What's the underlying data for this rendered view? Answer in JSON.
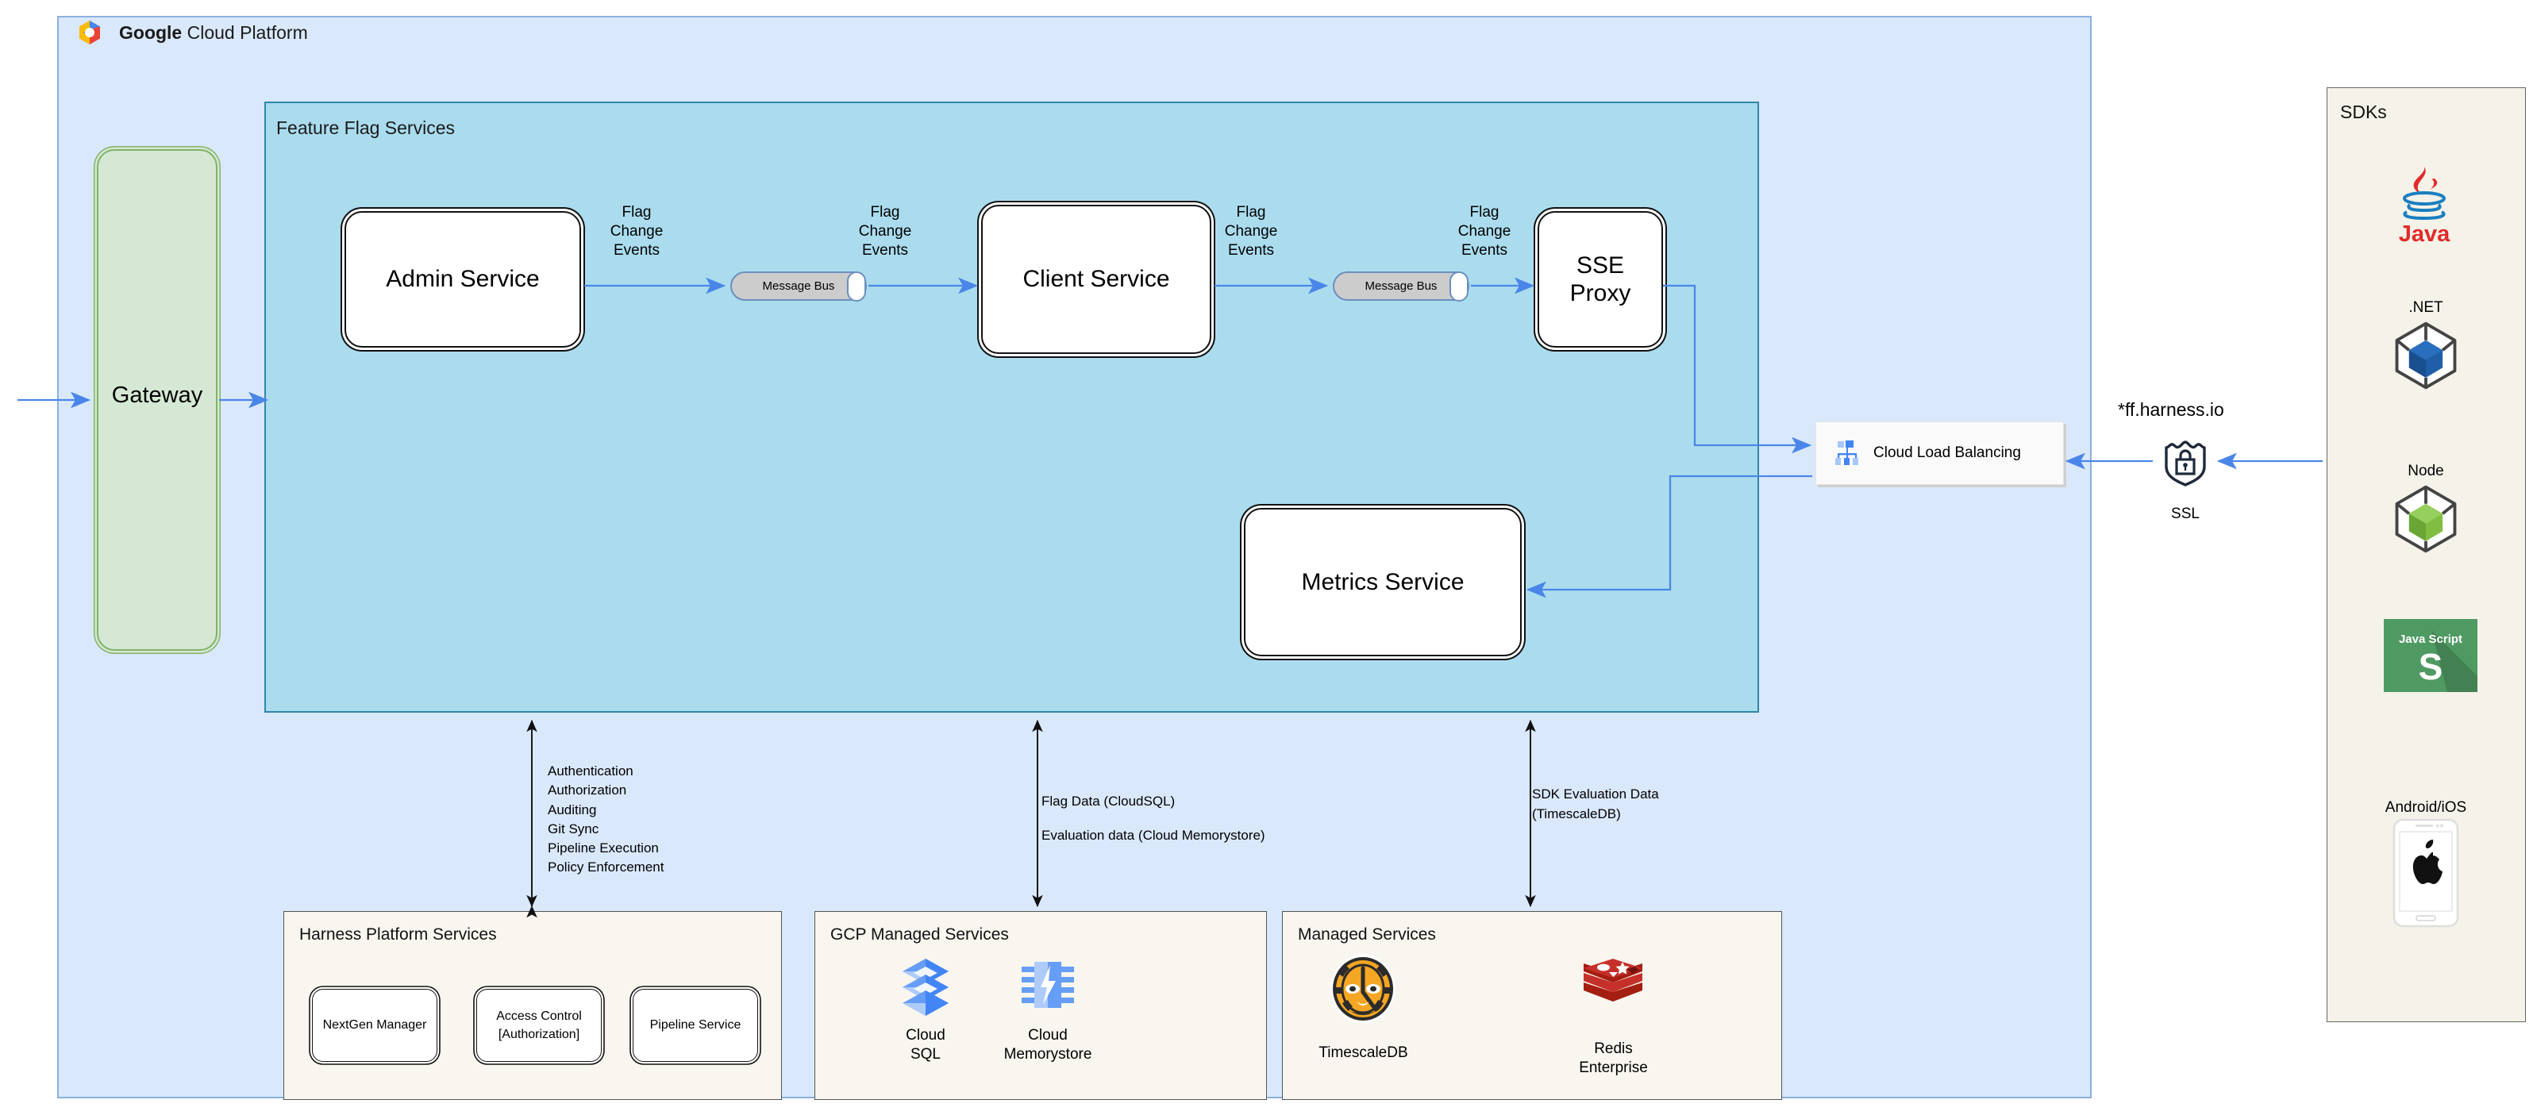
{
  "gcp": {
    "title_bold": "Google",
    "title_rest": " Cloud Platform",
    "logo_icon": "google-cloud-logo-icon"
  },
  "gateway": {
    "label": "Gateway"
  },
  "feature_flag_services": {
    "title": "Feature Flag Services",
    "services": [
      {
        "id": "admin-service",
        "label": "Admin Service"
      },
      {
        "id": "client-service",
        "label": "Client Service"
      },
      {
        "id": "sse-proxy",
        "label": "SSE\nProxy"
      },
      {
        "id": "metrics-service",
        "label": "Metrics Service"
      }
    ],
    "message_buses": [
      {
        "id": "message-bus-1",
        "label": "Message Bus"
      },
      {
        "id": "message-bus-2",
        "label": "Message Bus"
      }
    ],
    "edge_labels": [
      "Flag\nChange\nEvents",
      "Flag\nChange\nEvents",
      "Flag\nChange\nEvents",
      "Flag\nChange\nEvents"
    ]
  },
  "load_balancer": {
    "label": "Cloud Load Balancing",
    "icon": "cloud-load-balancing-icon"
  },
  "edge": {
    "domain": "*ff.harness.io",
    "ssl_label": "SSL",
    "ssl_icon": "ssl-shield-lock-icon"
  },
  "sdks": {
    "title": "SDKs",
    "items": [
      {
        "caption": "",
        "icon": "java-logo-icon",
        "name": "Java"
      },
      {
        "caption": ".NET",
        "icon": "dotnet-cube-icon",
        "name": ".NET"
      },
      {
        "caption": "Node",
        "icon": "node-cube-icon",
        "name": "Node"
      },
      {
        "caption": "",
        "icon": "javascript-logo-icon",
        "name": "Java Script"
      },
      {
        "caption": "Android/iOS",
        "icon": "mobile-apple-icon",
        "name": "Android/iOS"
      }
    ]
  },
  "annotations": {
    "harness_platform": "Authentication\nAuthorization\nAuditing\nGit Sync\nPipeline Execution\nPolicy Enforcement",
    "flag_data": "Flag Data (CloudSQL)\nEvaluation data (Cloud Memorystore)",
    "sdk_eval": "SDK Evaluation Data\n(TimescaleDB)"
  },
  "groups": {
    "harness": {
      "title": "Harness Platform Services",
      "items": [
        {
          "label": "NextGen Manager"
        },
        {
          "label": "Access Control\n[Authorization]"
        },
        {
          "label": "Pipeline Service"
        }
      ]
    },
    "gcp_managed": {
      "title": "GCP Managed Services",
      "items": [
        {
          "label": "Cloud\nSQL",
          "icon": "cloud-sql-icon"
        },
        {
          "label": "Cloud\nMemorystore",
          "icon": "cloud-memorystore-icon"
        }
      ]
    },
    "managed": {
      "title": "Managed Services",
      "items": [
        {
          "label": "TimescaleDB",
          "icon": "timescaledb-tiger-icon"
        },
        {
          "label": "Redis\nEnterprise",
          "icon": "redis-icon"
        }
      ]
    }
  },
  "colors": {
    "gcp_panel_bg": "#dae8fc",
    "gcp_panel_border": "#8bb0de",
    "ffs_panel_bg": "#aadcee",
    "ffs_panel_border": "#2e86ab",
    "gateway_bg": "#d5e8d4",
    "gateway_border": "#82b366",
    "group_bg": "#f9f6ef",
    "sdk_panel_bg": "#f5f2e9",
    "arrow_blue": "#4a86e8",
    "message_bus_bg": "#cccccc",
    "message_bus_border": "#6c8ebf"
  }
}
